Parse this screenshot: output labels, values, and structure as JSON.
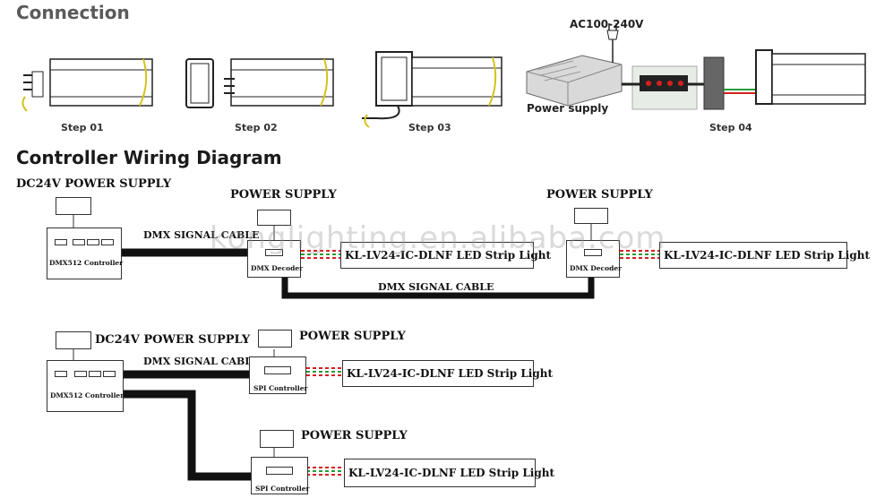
{
  "connection": {
    "title": "Connection",
    "steps": [
      "Step 01",
      "Step 02",
      "Step 03",
      "Step 04"
    ],
    "ac_label": "AC100-240V",
    "power_supply_label": "Power supply"
  },
  "wiring": {
    "title": "Controller Wiring Diagram",
    "dc24v_label": "DC24V POWER SUPPLY",
    "power_supply": "POWER SUPPLY",
    "dmx_signal_cable": "DMX SIGNAL CABLE",
    "dmx512_controller": "DMX512 Controller",
    "dmx_decoder": "DMX Decoder",
    "spi_controller": "SPI Controller",
    "strip_light": "KL-LV24-IC-DLNF LED Strip Light"
  },
  "watermark": "konglighting.en.alibaba.com",
  "colors": {
    "heading_gray": "#5a5a5a",
    "wire_red": "#d42020",
    "wire_green": "#2a9a3a",
    "cable_black": "#111111"
  }
}
